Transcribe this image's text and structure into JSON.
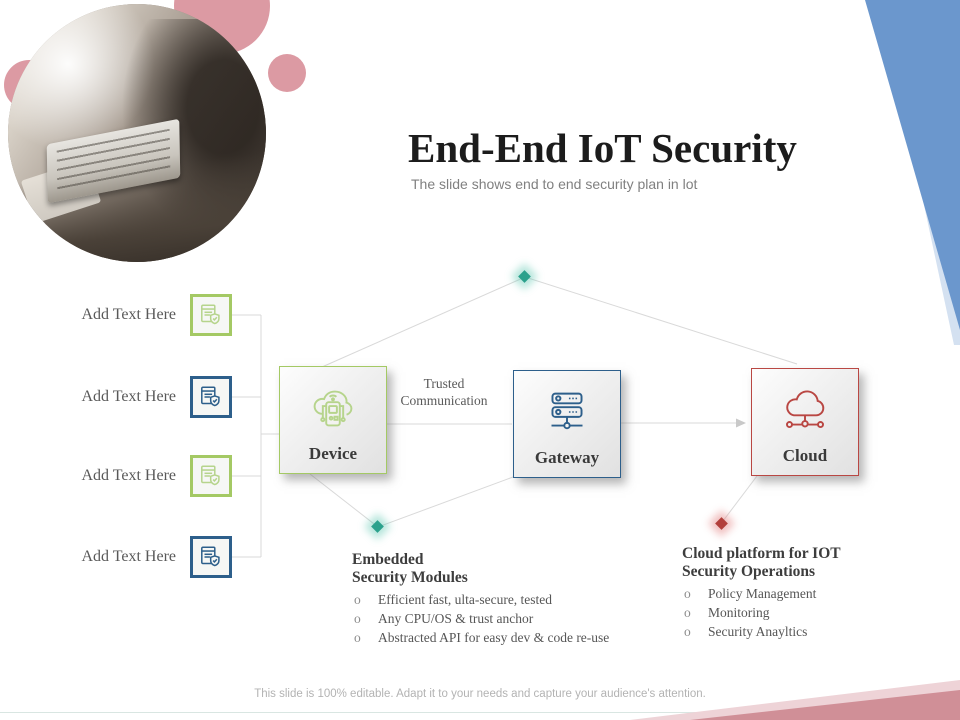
{
  "slide": {
    "title": "End-End IoT Security",
    "subtitle": "The slide shows end to end security plan in lot",
    "footer": "This slide is 100% editable. Adapt it to your needs and capture your audience's attention."
  },
  "glyphs": {
    "bullet": "o"
  },
  "left_items": [
    {
      "label": "Add Text Here"
    },
    {
      "label": "Add Text Here"
    },
    {
      "label": "Add Text Here"
    },
    {
      "label": "Add Text Here"
    }
  ],
  "nodes": [
    {
      "label": "Device"
    },
    {
      "label": "Gateway"
    },
    {
      "label": "Cloud"
    }
  ],
  "connection": {
    "line1": "Trusted",
    "line2": "Communication"
  },
  "callouts": {
    "device": {
      "title_line1": "Embedded",
      "title_line2": "Security Modules",
      "bullets": [
        "Efficient fast, ulta-secure, tested",
        "Any CPU/OS & trust anchor",
        "Abstracted API for easy dev & code re-use"
      ]
    },
    "cloud": {
      "title_line1": "Cloud platform for IOT",
      "title_line2": "Security Operations",
      "bullets": [
        "Policy Management",
        "Monitoring",
        "Security Anayltics"
      ]
    }
  },
  "colors": {
    "green": "#a4c964",
    "green_light": "#b6d48c",
    "blue": "#2d5f8b",
    "red": "#b94743",
    "teal": "#2ba18c",
    "red_diamond": "#b23f3b",
    "sky": "#6b97cd",
    "sky_light": "#d4e1f1",
    "rose": "#d08f97",
    "rose_light": "#eed3d7",
    "pink": "#dc9aa3",
    "line": "#d9d9d9",
    "text_dark": "#1c1c1c",
    "text_body": "#595959",
    "text_light": "#b3b3b3"
  }
}
